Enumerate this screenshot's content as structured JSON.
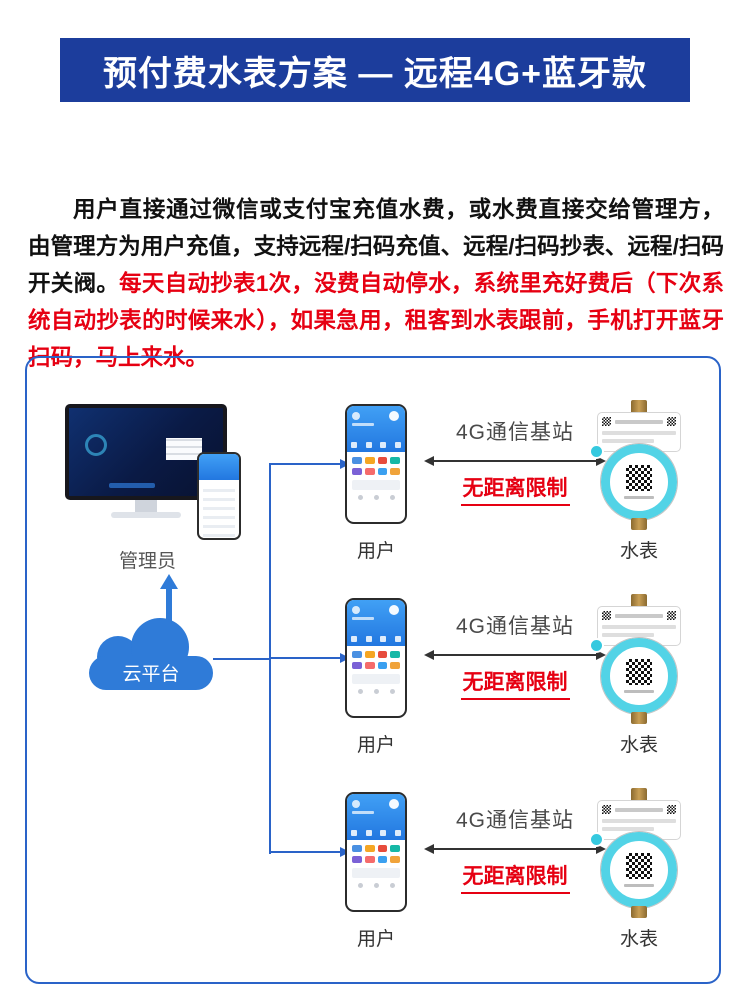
{
  "banner": {
    "title": "预付费水表方案 — 远程4G+蓝牙款"
  },
  "intro": {
    "black_text": "用户直接通过微信或支付宝充值水费，或水费直接交给管理方，由管理方为用户充值，支持远程/扫码充值、远程/扫码抄表、远程/扫码开关阀。",
    "red_text": "每天自动抄表1次，没费自动停水，系统里充好费后（下次系统自动抄表的时候来水），如果急用，租客到水表跟前，手机打开蓝牙扫码，马上来水。"
  },
  "diagram": {
    "admin_label": "管理员",
    "cloud_label": "云平台",
    "rows": [
      {
        "station_label": "4G通信基站",
        "limit_label": "无距离限制",
        "user_label": "用户",
        "meter_label": "水表"
      },
      {
        "station_label": "4G通信基站",
        "limit_label": "无距离限制",
        "user_label": "用户",
        "meter_label": "水表"
      },
      {
        "station_label": "4G通信基站",
        "limit_label": "无距离限制",
        "user_label": "用户",
        "meter_label": "水表"
      }
    ]
  },
  "colors": {
    "banner_blue": "#1c3d9c",
    "frame_blue": "#2a63c8",
    "cloud_blue": "#2f7bd8",
    "alert_red": "#e60012",
    "meter_cyan": "#52d3e6"
  }
}
